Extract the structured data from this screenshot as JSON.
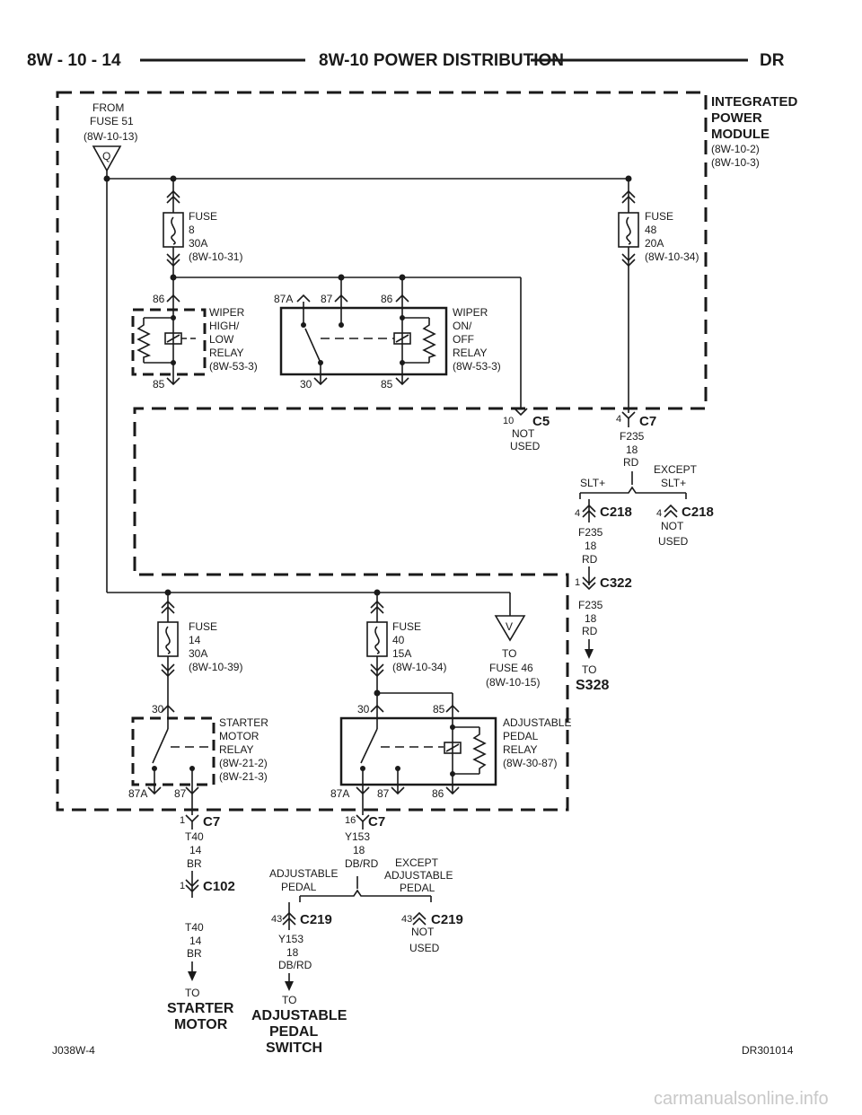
{
  "header": {
    "left": "8W - 10 - 14",
    "center": "8W-10 POWER DISTRIBUTION",
    "right": "DR"
  },
  "footer": {
    "left": "J038W-4",
    "right": "DR301014",
    "watermark": "carmanualsonline.info"
  },
  "module": {
    "name": [
      "INTEGRATED",
      "POWER",
      "MODULE"
    ],
    "refs": [
      "(8W-10-2)",
      "(8W-10-3)"
    ]
  },
  "source": {
    "lines": [
      "FROM",
      "FUSE 51",
      "(8W-10-13)"
    ],
    "symbol": "Q"
  },
  "fuses": {
    "f8": [
      "FUSE",
      "8",
      "30A",
      "(8W-10-31)"
    ],
    "f48": [
      "FUSE",
      "48",
      "20A",
      "(8W-10-34)"
    ],
    "f14": [
      "FUSE",
      "14",
      "30A",
      "(8W-10-39)"
    ],
    "f40": [
      "FUSE",
      "40",
      "15A",
      "(8W-10-34)"
    ]
  },
  "relays": {
    "wiper_high": {
      "lines": [
        "WIPER",
        "HIGH/",
        "LOW",
        "RELAY",
        "(8W-53-3)"
      ],
      "pins": [
        "86",
        "85"
      ]
    },
    "wiper_on": {
      "lines": [
        "WIPER",
        "ON/",
        "OFF",
        "RELAY",
        "(8W-53-3)"
      ],
      "pins": [
        "87A",
        "87",
        "86",
        "30",
        "85"
      ]
    },
    "starter": {
      "lines": [
        "STARTER",
        "MOTOR",
        "RELAY",
        "(8W-21-2)",
        "(8W-21-3)"
      ],
      "pins": [
        "30",
        "87A",
        "87"
      ]
    },
    "adj_pedal": {
      "lines": [
        "ADJUSTABLE",
        "PEDAL",
        "RELAY",
        "(8W-30-87)"
      ],
      "pins": [
        "30",
        "85",
        "87A",
        "87",
        "86"
      ]
    }
  },
  "connectors": {
    "c5": {
      "pin": "10",
      "name": "C5",
      "note": [
        "NOT",
        "USED"
      ]
    },
    "c7_top": {
      "pin": "4",
      "name": "C7",
      "wire": [
        "F235",
        "18",
        "RD"
      ]
    },
    "split1": {
      "left": "SLT+",
      "right": [
        "EXCEPT",
        "SLT+"
      ]
    },
    "c218a": {
      "pin": "4",
      "name": "C218",
      "wire": [
        "F235",
        "18",
        "RD"
      ]
    },
    "c218b": {
      "pin": "4",
      "name": "C218",
      "note": [
        "NOT",
        "USED"
      ]
    },
    "c322": {
      "pin": "1",
      "name": "C322",
      "wire": [
        "F235",
        "18",
        "RD"
      ]
    },
    "to_s328": {
      "to": "TO",
      "dest": "S328"
    },
    "to_fuse46": {
      "symbol": "V",
      "lines": [
        "TO",
        "FUSE 46",
        "(8W-10-15)"
      ]
    },
    "c7_left": {
      "pin": "1",
      "name": "C7",
      "wire": [
        "T40",
        "14",
        "BR"
      ]
    },
    "c102": {
      "pin": "1",
      "name": "C102",
      "wire": [
        "T40",
        "14",
        "BR"
      ]
    },
    "to_starter": {
      "to": "TO",
      "dest": [
        "STARTER",
        "MOTOR"
      ]
    },
    "c7_mid": {
      "pin": "16",
      "name": "C7",
      "wire": [
        "Y153",
        "18",
        "DB/RD"
      ]
    },
    "split2": {
      "left": [
        "ADJUSTABLE",
        "PEDAL"
      ],
      "right": [
        "EXCEPT",
        "ADJUSTABLE",
        "PEDAL"
      ]
    },
    "c219a": {
      "pin": "43",
      "name": "C219",
      "wire": [
        "Y153",
        "18",
        "DB/RD"
      ]
    },
    "c219b": {
      "pin": "43",
      "name": "C219",
      "note": [
        "NOT",
        "USED"
      ]
    },
    "to_pedal": {
      "to": "TO",
      "dest": [
        "ADJUSTABLE",
        "PEDAL",
        "SWITCH"
      ]
    }
  }
}
